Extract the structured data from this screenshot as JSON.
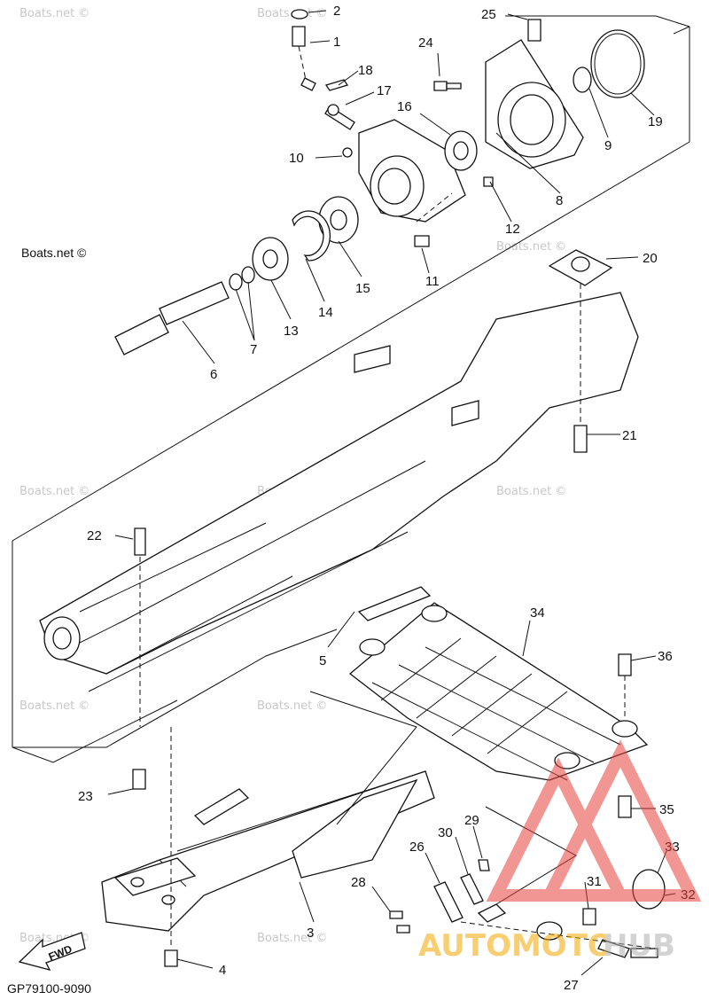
{
  "diagram": {
    "drawing_code": "GP79100-9090",
    "fwd_label": "FWD",
    "watermark": "Boats.net ©",
    "logo": {
      "word_left": "AUTOMOTO",
      "word_right": "HUB",
      "accent_color": "#e8423c",
      "text_color": "#f2a800"
    },
    "callouts": [
      "1",
      "2",
      "3",
      "4",
      "5",
      "6",
      "7",
      "8",
      "9",
      "10",
      "11",
      "12",
      "13",
      "14",
      "15",
      "16",
      "17",
      "18",
      "19",
      "20",
      "21",
      "22",
      "23",
      "24",
      "25",
      "26",
      "27",
      "28",
      "29",
      "30",
      "31",
      "32",
      "33",
      "34",
      "35",
      "36"
    ]
  }
}
